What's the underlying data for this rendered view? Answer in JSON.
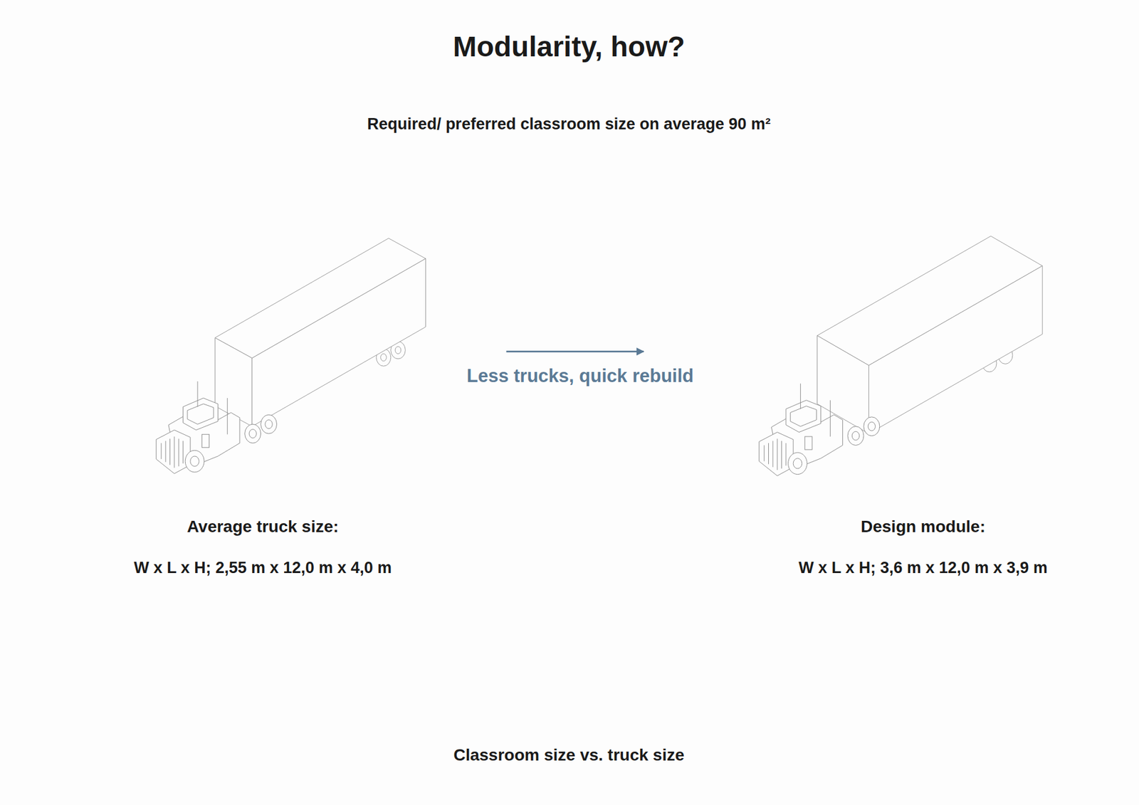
{
  "diagram": {
    "title": "Modularity, how?",
    "caption": "Classroom size vs. truck size",
    "labels": [
      "Required/ preferred classroom size on average 90 m²",
      "Average truck size:",
      "W x L x H; 2,55 m x 12,0 m x 4,0 m",
      "Less trucks, quick rebuild",
      "Design module:",
      "W x L x H; 3,6 m x 12,0 m x 3,9 m"
    ]
  }
}
